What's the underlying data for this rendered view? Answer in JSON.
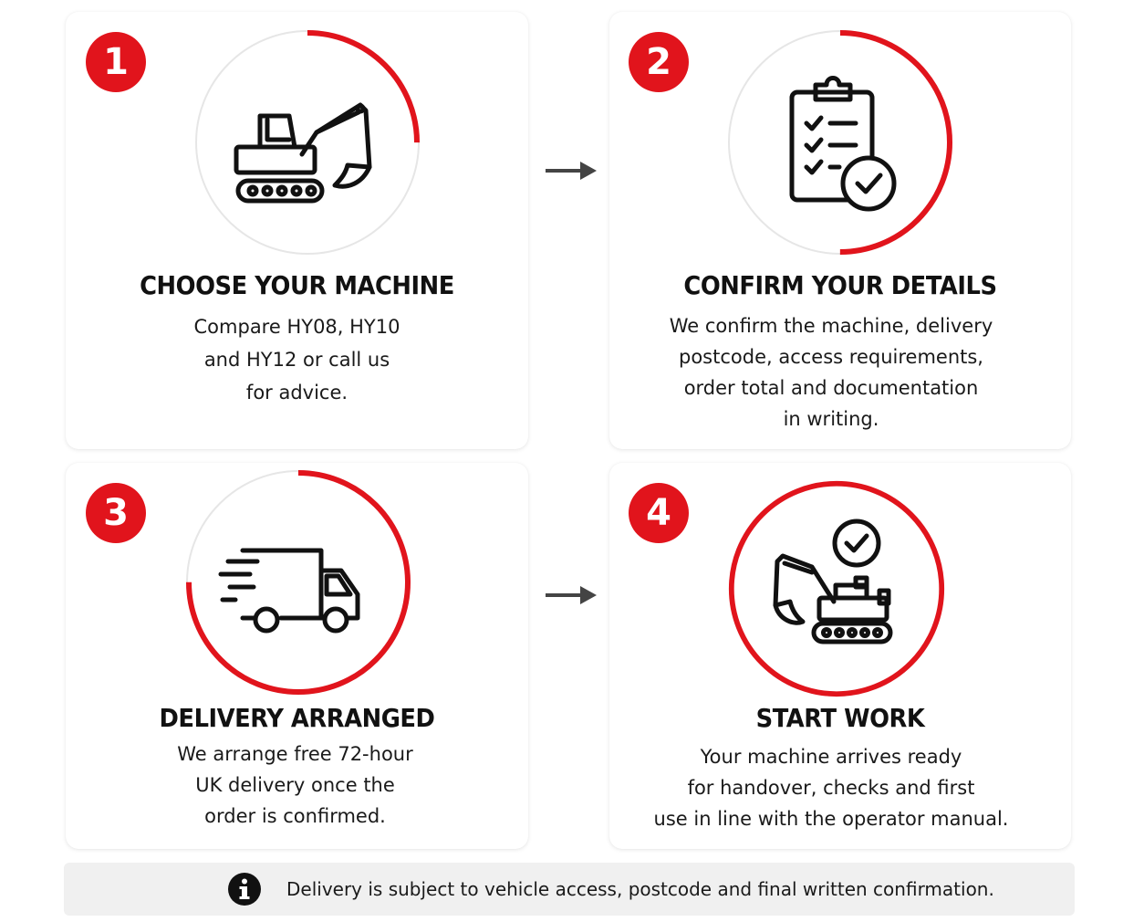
{
  "steps": [
    {
      "number": "1",
      "title": "CHOOSE YOUR MACHINE",
      "lines": [
        "Compare HY08, HY10",
        "and HY12 or call us",
        "for advice."
      ],
      "icon": "excavator-icon"
    },
    {
      "number": "2",
      "title": "CONFIRM YOUR DETAILS",
      "lines": [
        "We confirm the machine, delivery",
        "postcode, access requirements,",
        "order total and documentation",
        "in writing."
      ],
      "icon": "clipboard-check-icon"
    },
    {
      "number": "3",
      "title": "DELIVERY ARRANGED",
      "lines": [
        "We arrange free 72-hour",
        "UK delivery once the",
        "order is confirmed."
      ],
      "icon": "delivery-truck-icon"
    },
    {
      "number": "4",
      "title": "START WORK",
      "lines": [
        "Your machine arrives ready",
        "for handover, checks and first",
        "use in line with the operator manual."
      ],
      "icon": "excavator-check-icon"
    }
  ],
  "progress": [
    0.25,
    0.5,
    0.75,
    1.0
  ],
  "note": {
    "icon": "info-icon",
    "text": "Delivery is subject to vehicle access, postcode and final written confirmation."
  },
  "colors": {
    "accent": "#e1141c",
    "text": "#1a1a1a",
    "note_bg": "#f0f0f0"
  }
}
